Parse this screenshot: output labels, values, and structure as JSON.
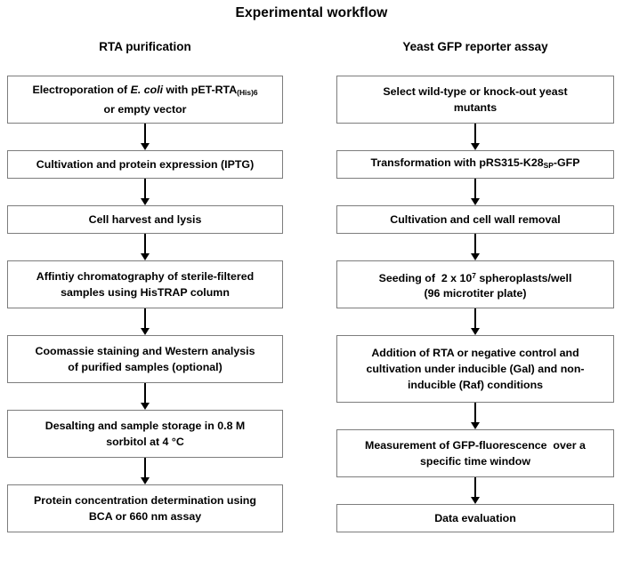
{
  "figure": {
    "title": "Experimental workflow",
    "type": "flowchart",
    "columns": [
      {
        "id": "rta-purification",
        "header": "RTA purification",
        "steps": [
          {
            "id": "step-electroporation",
            "text": "Electroporation of E. coli with pET-RTA(His)6 or empty vector",
            "lines": [
              "Electroporation of E. coli with pET-RTA(His)6",
              "or empty vector"
            ],
            "line_count": 2
          },
          {
            "id": "step-cultivation-expression",
            "text": "Cultivation and protein expression (IPTG)",
            "lines": [
              "Cultivation and protein expression (IPTG)"
            ],
            "line_count": 1
          },
          {
            "id": "step-cell-harvest",
            "text": "Cell harvest and lysis",
            "lines": [
              "Cell harvest and lysis"
            ],
            "line_count": 1
          },
          {
            "id": "step-affinity-chromatography",
            "text": "Affintiy chromatography of sterile-filtered samples using HisTRAP column",
            "lines": [
              "Affintiy chromatography of sterile-filtered",
              "samples using HisTRAP column"
            ],
            "line_count": 2
          },
          {
            "id": "step-coomassie-western",
            "text": "Coomassie staining and Western analysis of purified samples (optional)",
            "lines": [
              "Coomassie staining and Western analysis",
              "of purified samples (optional)"
            ],
            "line_count": 2
          },
          {
            "id": "step-desalting-storage",
            "text": "Desalting and sample storage in 0.8 M sorbitol at 4 °C",
            "lines": [
              "Desalting and sample storage in 0.8 M",
              "sorbitol at 4 °C"
            ],
            "line_count": 2
          },
          {
            "id": "step-protein-concentration",
            "text": "Protein concentration determination using BCA or 660 nm assay",
            "lines": [
              "Protein concentration determination using",
              "BCA or 660 nm assay"
            ],
            "line_count": 2
          }
        ]
      },
      {
        "id": "yeast-gfp-reporter-assay",
        "header": "Yeast GFP reporter assay",
        "steps": [
          {
            "id": "step-select-yeast",
            "text": "Select wild-type or knock-out yeast mutants",
            "lines": [
              "Select wild-type or knock-out yeast",
              "mutants"
            ],
            "line_count": 2
          },
          {
            "id": "step-transformation",
            "text": "Transformation with pRS315-K28SP-GFP",
            "lines": [
              "Transformation with pRS315-K28SP-GFP"
            ],
            "line_count": 1
          },
          {
            "id": "step-cell-wall-removal",
            "text": "Cultivation and cell wall removal",
            "lines": [
              "Cultivation and cell wall removal"
            ],
            "line_count": 1
          },
          {
            "id": "step-seeding",
            "text": "Seeding of  2 x 10^7 spheroplasts/well (96 microtiter plate)",
            "lines": [
              "Seeding of  2 x 10^7 spheroplasts/well",
              "(96 microtiter plate)"
            ],
            "line_count": 2
          },
          {
            "id": "step-addition-rta",
            "text": "Addition of RTA or negative control and cultivation under inducible (Gal) and non-inducible (Raf) conditions",
            "lines": [
              "Addition of RTA or negative control and",
              "cultivation under inducible (Gal) and non-",
              "inducible (Raf) conditions"
            ],
            "line_count": 3
          },
          {
            "id": "step-measurement",
            "text": "Measurement of GFP-fluorescence  over a specific time window",
            "lines": [
              "Measurement of GFP-fluorescence  over a",
              "specific time window"
            ],
            "line_count": 2
          },
          {
            "id": "step-data-evaluation",
            "text": "Data evaluation",
            "lines": [
              "Data evaluation"
            ],
            "line_count": 1
          }
        ]
      }
    ],
    "colors": {
      "background": "#ffffff",
      "box_border": "#7d7d7d",
      "text": "#000000",
      "arrow": "#000000"
    }
  }
}
